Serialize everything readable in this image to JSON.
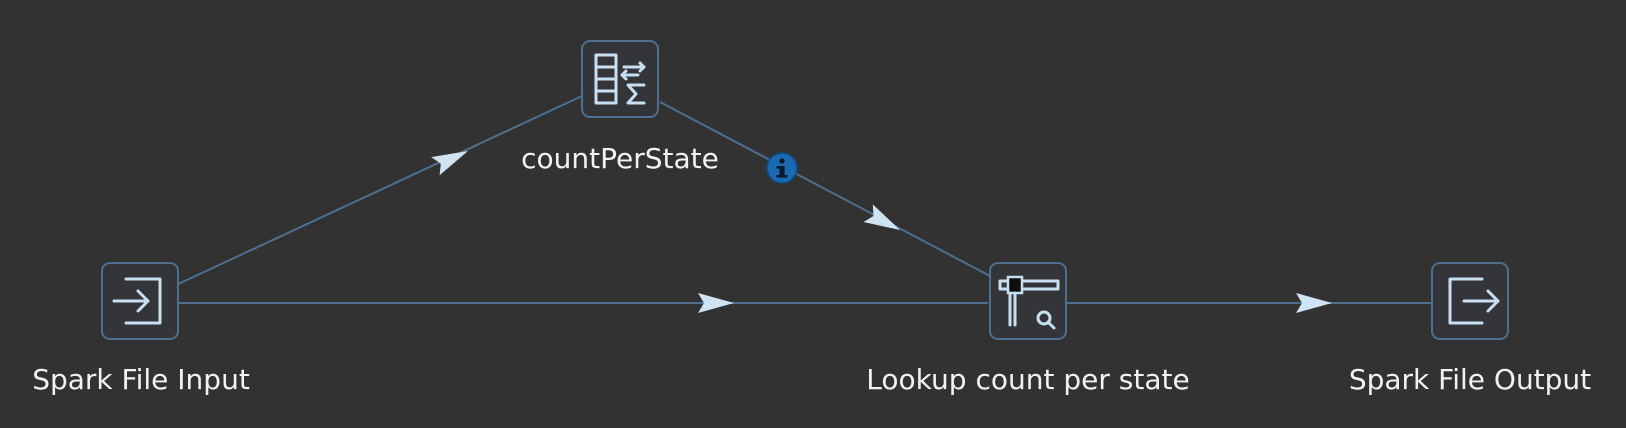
{
  "diagram": {
    "colors": {
      "background": "#323232",
      "node_border": "#4f6f8e",
      "hop_line": "#4f6f8e",
      "arrow": "#cfe3f3",
      "icon": "#c8dff0",
      "info_badge": "#1b6ab1",
      "label": "#f2f2f2"
    },
    "nodes": [
      {
        "id": "spark-file-input",
        "label": "Spark File Input",
        "icon": "input-arrow-icon"
      },
      {
        "id": "count-per-state",
        "label": "countPerState",
        "icon": "group-by-sum-icon"
      },
      {
        "id": "lookup-count-per-state",
        "label": "Lookup count per state",
        "icon": "stream-lookup-icon"
      },
      {
        "id": "spark-file-output",
        "label": "Spark File Output",
        "icon": "output-arrow-icon"
      }
    ],
    "hops": [
      {
        "from": "spark-file-input",
        "to": "count-per-state"
      },
      {
        "from": "count-per-state",
        "to": "lookup-count-per-state",
        "badge": "info-icon"
      },
      {
        "from": "spark-file-input",
        "to": "lookup-count-per-state"
      },
      {
        "from": "lookup-count-per-state",
        "to": "spark-file-output"
      }
    ]
  }
}
